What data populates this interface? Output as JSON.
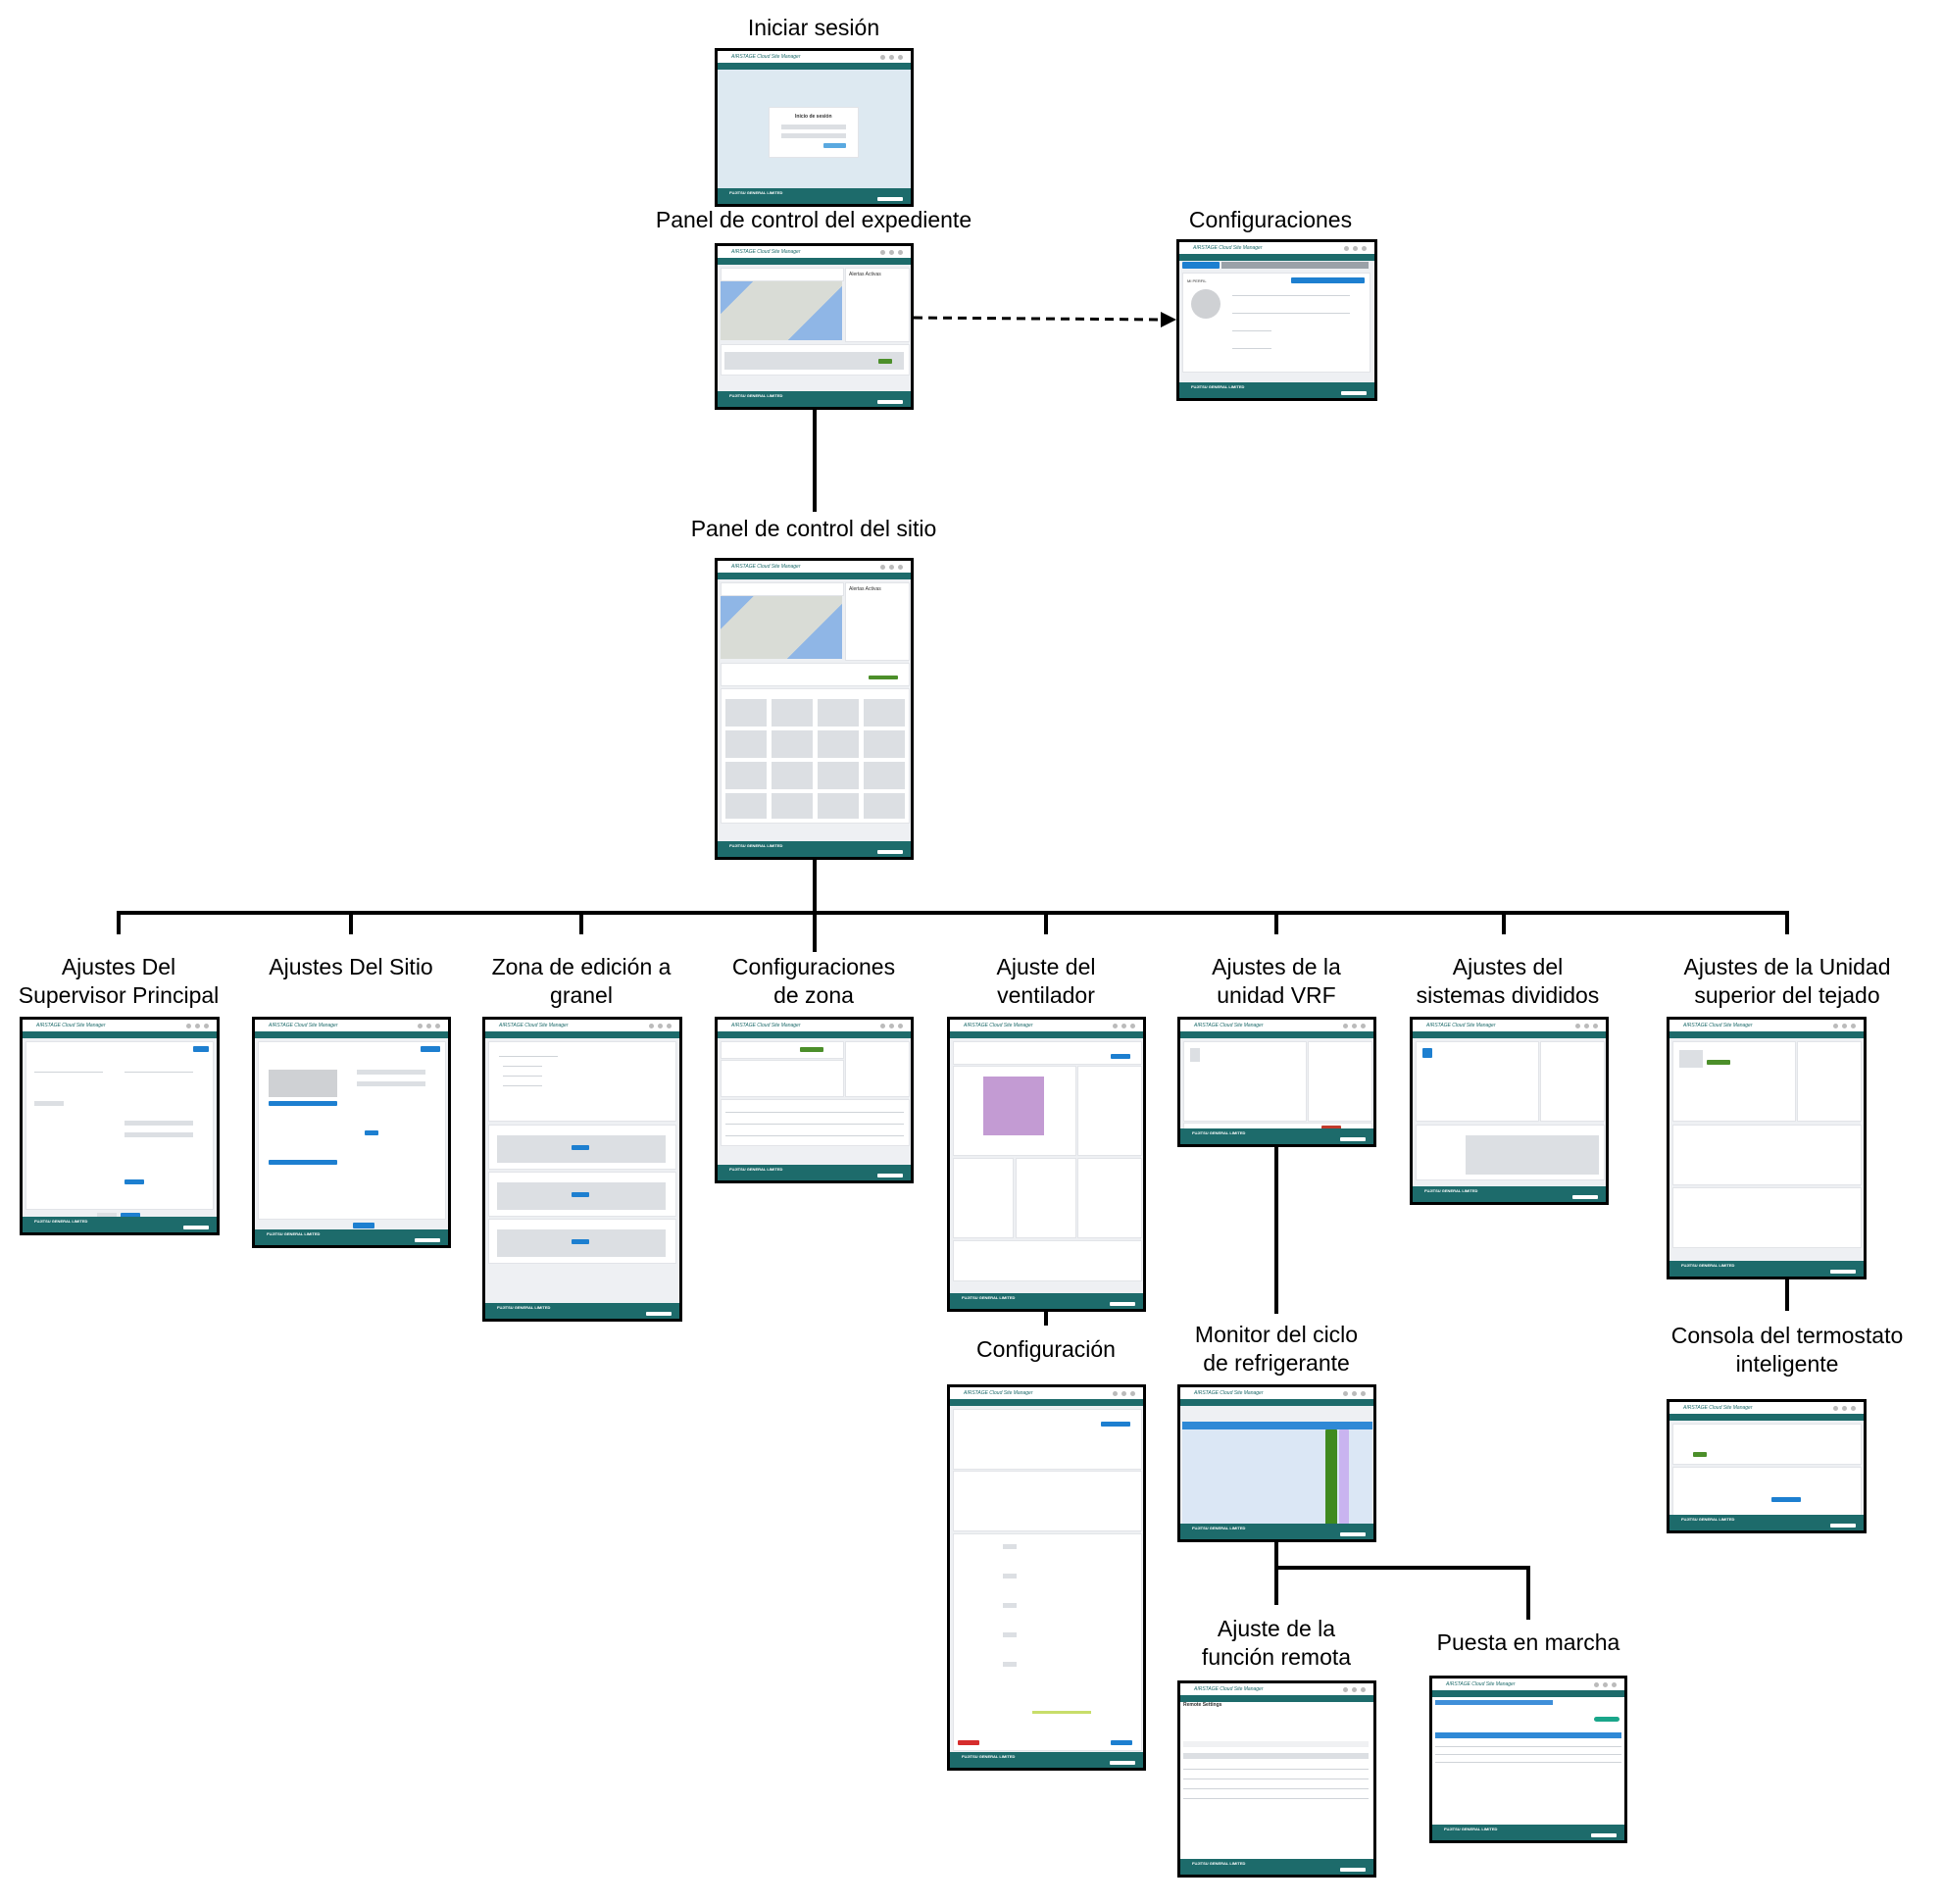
{
  "brand": "AIRSTAGE Cloud Site Manager",
  "footer": "FUJITSU GENERAL LIMITED",
  "nodes": {
    "login": {
      "label": [
        "Iniciar sesión"
      ],
      "card_title": "Inicio de sesión"
    },
    "file_dashboard": {
      "label": [
        "Panel de control del expediente"
      ],
      "panel": "Alertas Activas"
    },
    "settings": {
      "label": [
        "Configuraciones"
      ],
      "panel": "MI PERFIL"
    },
    "site_dashboard": {
      "label": [
        "Panel de control del sitio"
      ],
      "panel": "Alertas Activas"
    },
    "supervisor": {
      "label": [
        "Ajustes Del",
        "Supervisor Principal"
      ]
    },
    "site_settings": {
      "label": [
        "Ajustes Del Sitio"
      ]
    },
    "bulk_zone": {
      "label": [
        "Zona de edición a",
        "granel"
      ]
    },
    "zone_settings": {
      "label": [
        "Configuraciones",
        "de zona"
      ]
    },
    "fan": {
      "label": [
        "Ajuste del",
        "ventilador"
      ]
    },
    "vrf": {
      "label": [
        "Ajustes de la",
        "unidad VRF"
      ]
    },
    "split": {
      "label": [
        "Ajustes del",
        "sistemas divididos"
      ]
    },
    "rooftop": {
      "label": [
        "Ajustes de la Unidad",
        "superior del tejado"
      ]
    },
    "configuration": {
      "label": [
        "Configuración"
      ]
    },
    "refrigerant": {
      "label": [
        "Monitor del ciclo",
        "de refrigerante"
      ]
    },
    "thermostat": {
      "label": [
        "Consola del termostato",
        "inteligente"
      ]
    },
    "remote": {
      "label": [
        "Ajuste de la",
        "función remota"
      ],
      "panel": "Remote Settings"
    },
    "commissioning": {
      "label": [
        "Puesta en marcha"
      ]
    }
  }
}
